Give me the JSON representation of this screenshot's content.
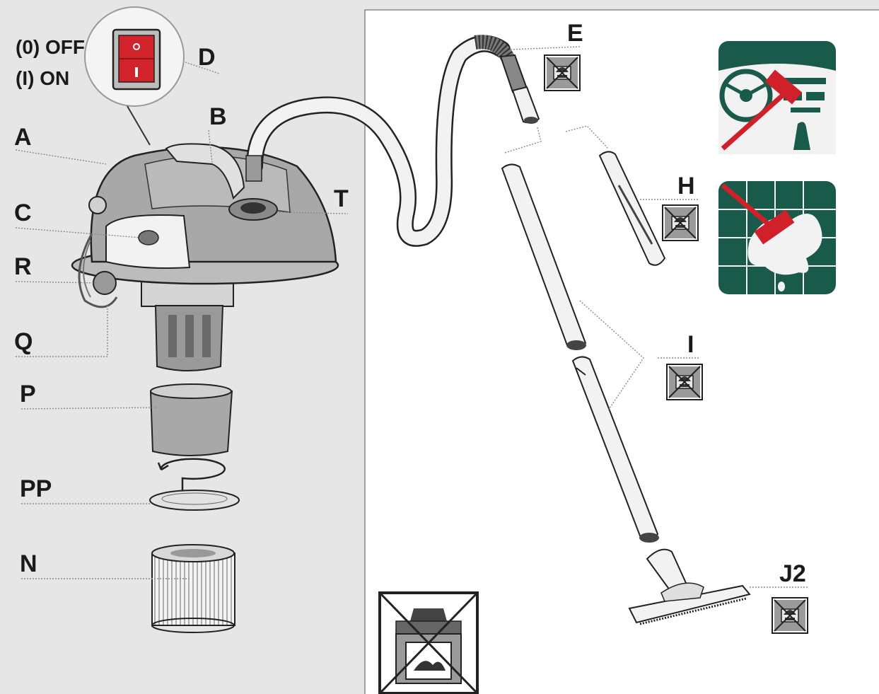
{
  "switch": {
    "off": "(0) OFF",
    "on": "(I) ON",
    "on_mark": "I",
    "off_mark": "o"
  },
  "labels": {
    "A": "A",
    "B": "B",
    "C": "C",
    "D": "D",
    "R": "R",
    "Q": "Q",
    "T": "T",
    "P": "P",
    "PP": "PP",
    "N": "N",
    "E": "E",
    "H": "H",
    "I": "I",
    "J2": "J2"
  },
  "colors": {
    "background": "#e6e6e6",
    "panel": "#ffffff",
    "icon_green": "#1a5a4a",
    "accent_red": "#d0202a",
    "body_gray": "#b5b5b5"
  },
  "icons": [
    "no-ash-icon",
    "car-interior-icon",
    "wet-floor-icon",
    "no-fireplace-icon"
  ]
}
